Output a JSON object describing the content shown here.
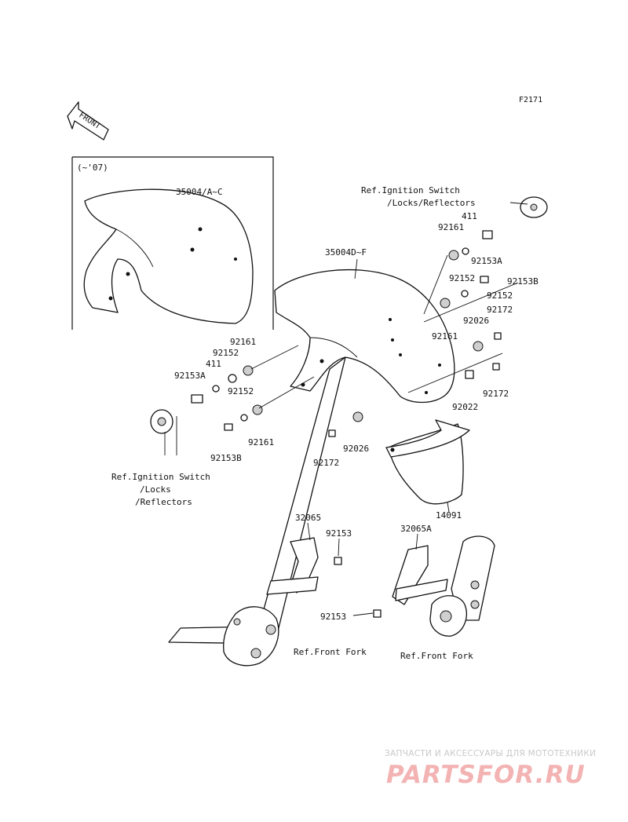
{
  "figure_code": "F2171",
  "front_label": "FRONT",
  "variant_note": "(~'07)",
  "parts": {
    "fender_old": "35004/A~C",
    "fender_new": "35004D~F",
    "rear_fender": "14091",
    "bracket_left": "32065",
    "bracket_right": "32065A",
    "screw_top": "92153",
    "screw_bottom": "92153",
    "right_411": "411",
    "right_92161_a": "92161",
    "right_92152_a": "92152",
    "right_92153A": "92153A",
    "right_92153B": "92153B",
    "right_92152_b": "92152",
    "right_92161_b": "92161",
    "right_92026": "92026",
    "right_92172_a": "92172",
    "right_92022": "92022",
    "right_92172_b": "92172",
    "left_92161_a": "92161",
    "left_92152_a": "92152",
    "left_411": "411",
    "left_92153A": "92153A",
    "left_92152_b": "92152",
    "left_92161_b": "92161",
    "left_92153B": "92153B",
    "center_92026": "92026",
    "center_92172": "92172"
  },
  "refs": {
    "ignition_right_line1": "Ref.Ignition Switch",
    "ignition_right_line2": "/Locks/Reflectors",
    "ignition_left_line1": "Ref.Ignition Switch",
    "ignition_left_line2": "/Locks",
    "ignition_left_line3": "/Reflectors",
    "fork_left": "Ref.Front Fork",
    "fork_right": "Ref.Front Fork"
  },
  "watermark": {
    "tagline": "ЗАПЧАСТИ И АКСЕССУАРЫ ДЛЯ МОТОТЕХНИКИ",
    "brand": "PARTSFOR.RU"
  }
}
